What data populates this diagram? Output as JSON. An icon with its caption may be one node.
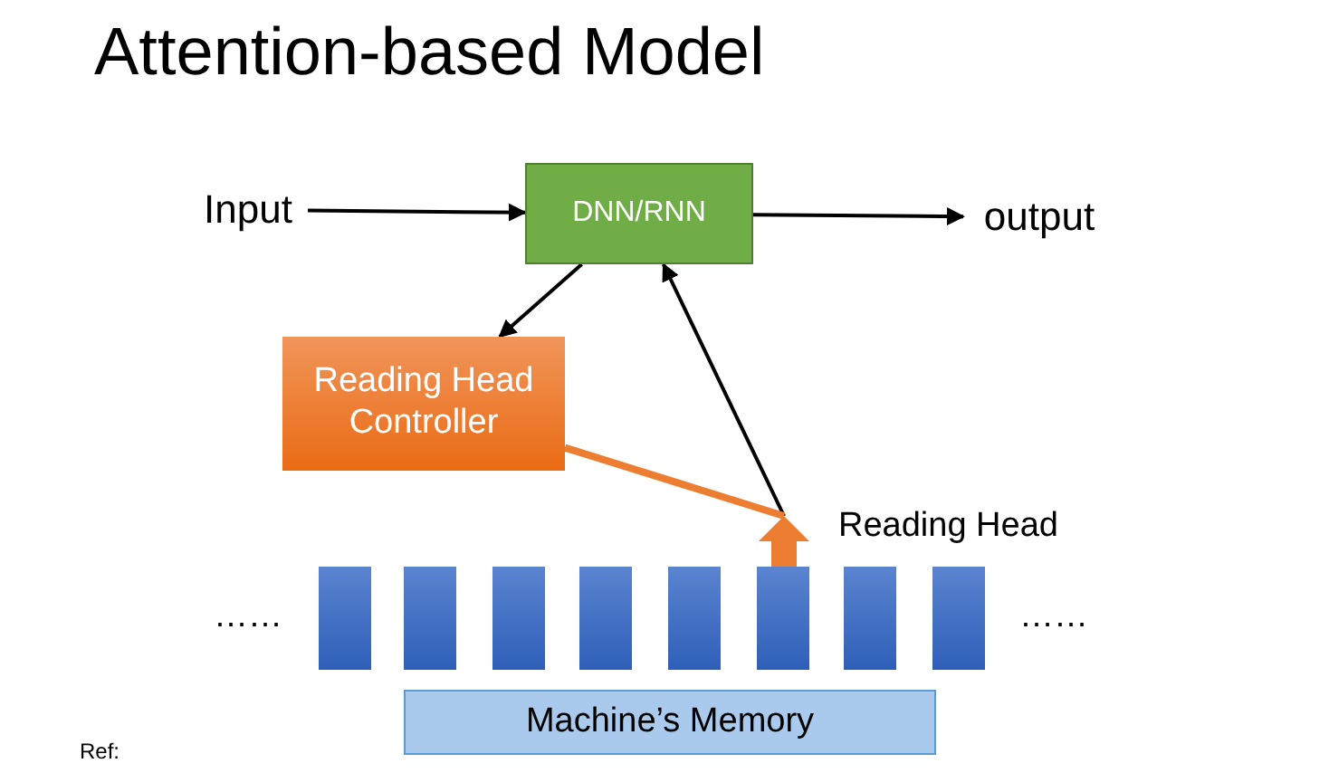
{
  "diagram": {
    "title": "Attention-based Model",
    "nodes": [
      {
        "text": [
          "Input"
        ]
      },
      {
        "text": [
          "DNN/RNN"
        ]
      },
      {
        "text": [
          "output"
        ]
      },
      {
        "text": [
          "Reading Head Controller"
        ]
      },
      {
        "text": [],
        "shape": "pointer",
        "beside": [
          "Reading Head"
        ]
      },
      {
        "text": [],
        "shape": "bar"
      },
      {
        "text": [],
        "shape": "bar"
      },
      {
        "text": [],
        "shape": "bar"
      },
      {
        "text": [],
        "shape": "bar"
      },
      {
        "text": [],
        "shape": "bar"
      },
      {
        "text": [],
        "shape": "bar"
      },
      {
        "text": [],
        "shape": "bar"
      },
      {
        "text": [],
        "shape": "bar"
      },
      {
        "text": [
          "Machine’s Memory"
        ]
      }
    ],
    "edges": [
      {
        "from": 0,
        "to": 1,
        "arrow": "to"
      },
      {
        "from": 1,
        "to": 2,
        "arrow": "to"
      },
      {
        "from": 1,
        "to": 3,
        "arrow": "to"
      },
      {
        "from": 4,
        "to": 1,
        "arrow": "to"
      },
      {
        "from": 3,
        "to": 4,
        "arrow": "none",
        "style": "thick",
        "color": "#ed7d31"
      }
    ],
    "labels": [
      "……",
      "……",
      "Ref:"
    ]
  }
}
